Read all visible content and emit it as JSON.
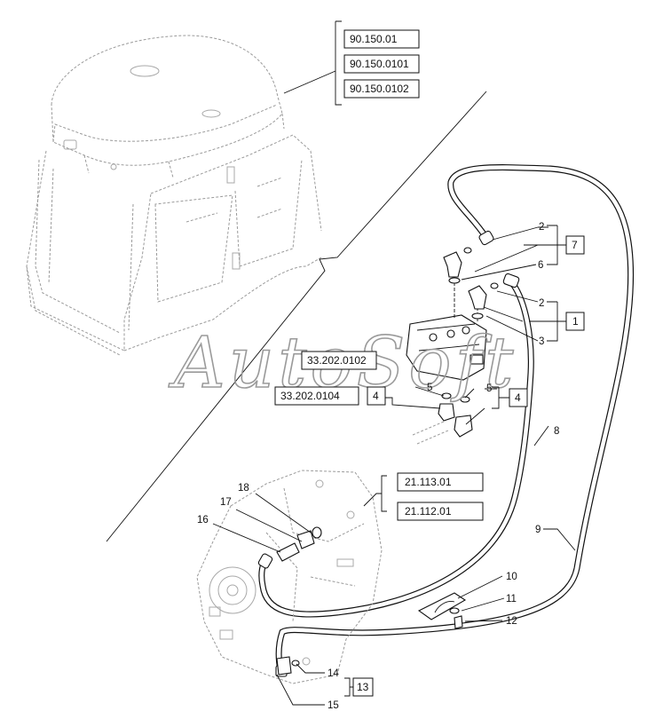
{
  "watermark": "AutoSoft",
  "cab_refs": [
    "90.150.01",
    "90.150.0101",
    "90.150.0102"
  ],
  "valve_refs": [
    "33.202.0102",
    "33.202.0104"
  ],
  "transmission_refs": [
    "21.113.01",
    "21.112.01"
  ],
  "kits": {
    "k7": "7",
    "k1": "1",
    "k4a": "4",
    "k4b": "4",
    "k13": "13"
  },
  "callouts": {
    "n2a": "2",
    "n6": "6",
    "n2b": "2",
    "n3": "3",
    "n5a": "5",
    "n5b": "5",
    "n8": "8",
    "n9": "9",
    "n10": "10",
    "n11": "11",
    "n12": "12",
    "n14": "14",
    "n15": "15",
    "n16": "16",
    "n17": "17",
    "n18": "18"
  }
}
